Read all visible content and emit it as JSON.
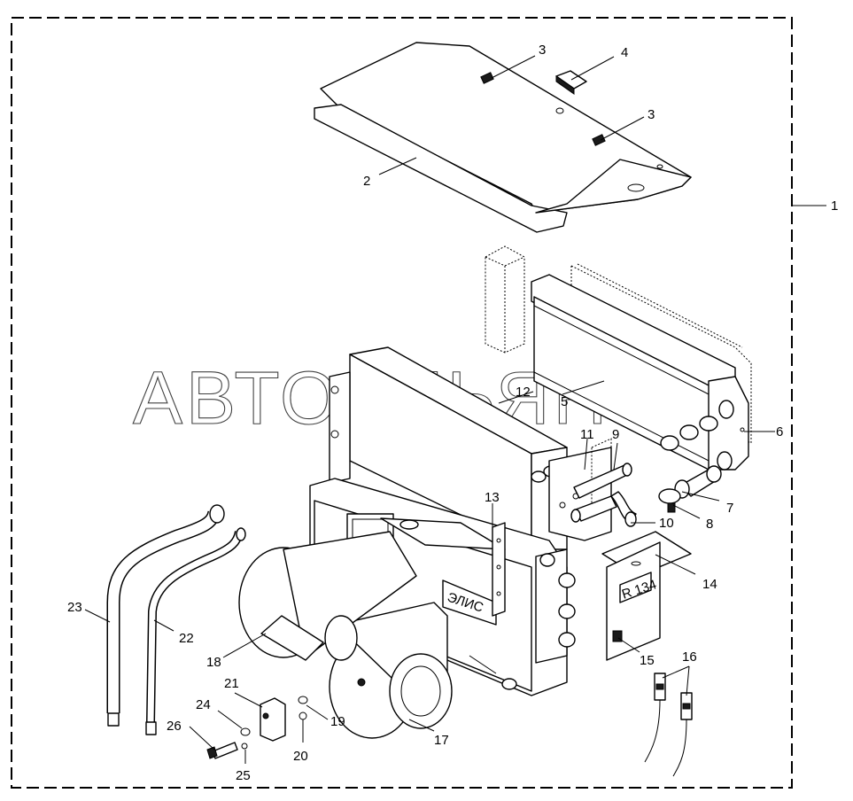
{
  "watermark": "АВТОАЛЬЯНС",
  "labels": {
    "l1": "1",
    "l2": "2",
    "l3a": "3",
    "l3b": "3",
    "l4": "4",
    "l5": "5",
    "l6": "6",
    "l7": "7",
    "l8": "8",
    "l9": "9",
    "l10": "10",
    "l11": "11",
    "l12": "12",
    "l13": "13",
    "l14": "14",
    "l15": "15",
    "l16": "16",
    "l17": "17",
    "l18": "18",
    "l19": "19",
    "l20": "20",
    "l21": "21",
    "l22": "22",
    "l23": "23",
    "l24": "24",
    "l25": "25",
    "l26": "26"
  },
  "part_text": {
    "frame_marking": "R 134",
    "panel_marking": "ЭЛИС"
  }
}
